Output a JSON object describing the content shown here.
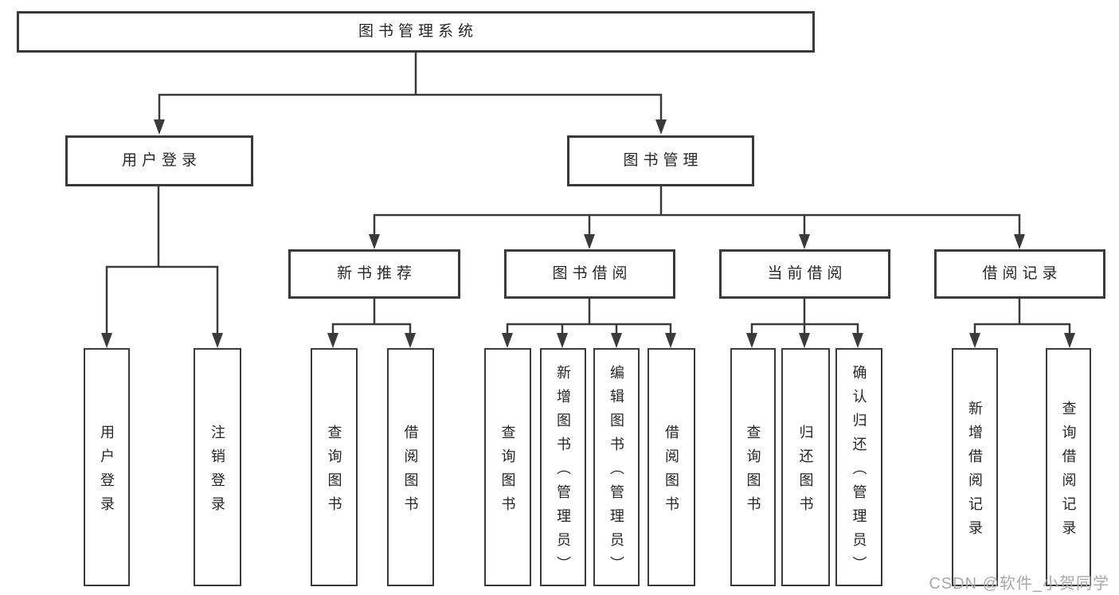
{
  "tree": {
    "root": {
      "label": "图书管理系统"
    },
    "branches": [
      {
        "label": "用户登录",
        "leaves": [
          {
            "label": "用户登录"
          },
          {
            "label": "注销登录"
          }
        ]
      },
      {
        "label": "图书管理",
        "groups": [
          {
            "label": "新书推荐",
            "leaves": [
              {
                "label": "查询图书"
              },
              {
                "label": "借阅图书"
              }
            ]
          },
          {
            "label": "图书借阅",
            "leaves": [
              {
                "label": "查询图书"
              },
              {
                "label": "新增图书（管理员）"
              },
              {
                "label": "编辑图书（管理员）"
              },
              {
                "label": "借阅图书"
              }
            ]
          },
          {
            "label": "当前借阅",
            "leaves": [
              {
                "label": "查询图书"
              },
              {
                "label": "归还图书"
              },
              {
                "label": "确认归还（管理员）"
              }
            ]
          },
          {
            "label": "借阅记录",
            "leaves": [
              {
                "label": "新增借阅记录"
              },
              {
                "label": "查询借阅记录"
              }
            ]
          }
        ]
      }
    ]
  },
  "watermark": {
    "text": "CSDN @软件_小贺同学"
  },
  "colors": {
    "line": "#3a3a3a",
    "text": "#262626",
    "background": "#ffffff",
    "watermark": "#a7a9ad"
  }
}
